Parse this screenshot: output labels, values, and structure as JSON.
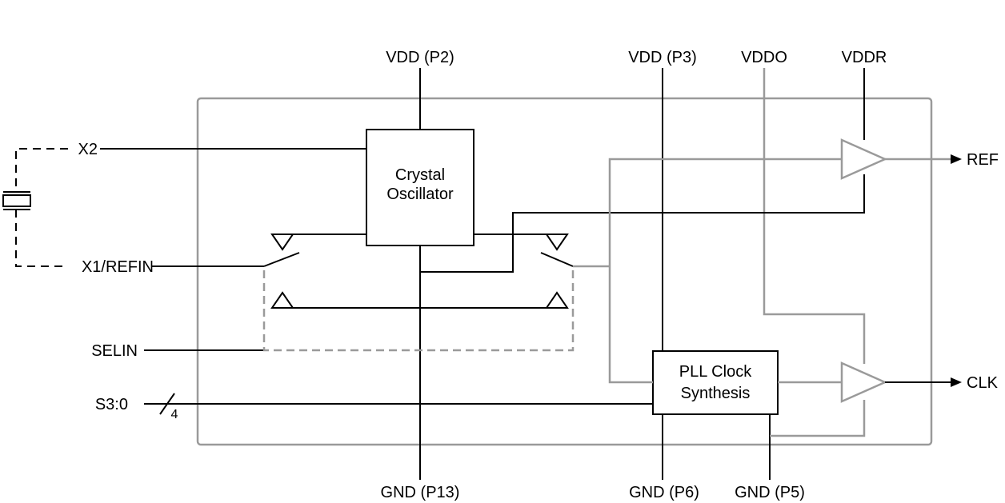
{
  "pins": {
    "vdd_p2": "VDD (P2)",
    "vdd_p3": "VDD (P3)",
    "vddo": "VDDO",
    "vddr": "VDDR",
    "x2": "X2",
    "x1_refin": "X1/REFIN",
    "selin": "SELIN",
    "s3_0": "S3:0",
    "bus_width": "4",
    "gnd_p13": "GND (P13)",
    "gnd_p6": "GND (P6)",
    "gnd_p5": "GND (P5)",
    "ref": "REF",
    "clk": "CLK"
  },
  "blocks": {
    "crystal_oscillator": [
      "Crystal",
      "Oscillator"
    ],
    "pll_clock_synthesis": [
      "PLL Clock",
      "Synthesis"
    ]
  },
  "colors": {
    "primary_wire": "#000000",
    "internal_wire": "#9a9a9a"
  }
}
